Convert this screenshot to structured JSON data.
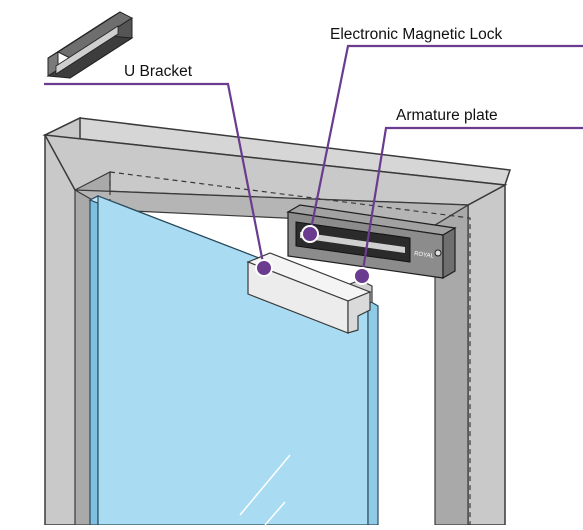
{
  "labels": {
    "u_bracket": "U Bracket",
    "magnetic_lock": "Electronic Magnetic Lock",
    "armature_plate": "Armature plate",
    "brand_mark": "ROYAL"
  },
  "colors": {
    "callout": "#6a3b8e",
    "frame_face": "#c9c9c9",
    "frame_inner": "#a9a9a9",
    "frame_outline": "#3a3a3a",
    "glass": "#a9dcf2",
    "glass_edge": "#7fbfe0",
    "bracket": "#ececec",
    "lock_body": "#8c8c8c",
    "lock_dark": "#2b2b2b"
  },
  "icons": {
    "u_bracket_thumbnail": "u-bracket-profile-icon",
    "lock_led": "led-indicator-icon"
  }
}
